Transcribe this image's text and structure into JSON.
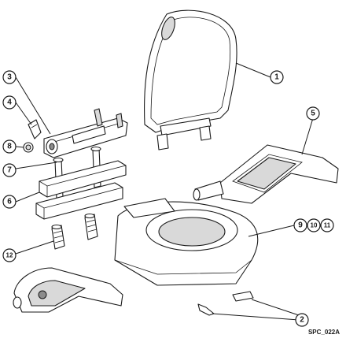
{
  "diagram": {
    "callouts": [
      {
        "id": "c1",
        "label": "1"
      },
      {
        "id": "c2",
        "label": "2"
      },
      {
        "id": "c3",
        "label": "3"
      },
      {
        "id": "c4",
        "label": "4"
      },
      {
        "id": "c5",
        "label": "5"
      },
      {
        "id": "c6",
        "label": "6"
      },
      {
        "id": "c7",
        "label": "7"
      },
      {
        "id": "c8",
        "label": "8"
      },
      {
        "id": "c9",
        "label": "9"
      },
      {
        "id": "c10",
        "label": "10"
      },
      {
        "id": "c11",
        "label": "11"
      },
      {
        "id": "c12",
        "label": "12"
      }
    ],
    "drawing_code": "SPC_022A"
  }
}
